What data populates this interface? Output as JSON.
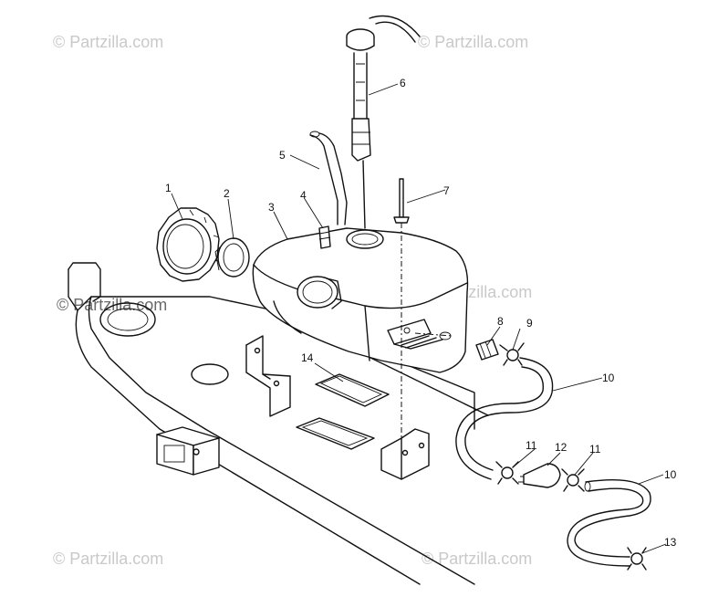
{
  "watermark": {
    "text": "© Partzilla.com"
  },
  "callouts": [
    {
      "id": "1",
      "label": "1"
    },
    {
      "id": "2",
      "label": "2"
    },
    {
      "id": "3",
      "label": "3"
    },
    {
      "id": "4",
      "label": "4"
    },
    {
      "id": "5",
      "label": "5"
    },
    {
      "id": "6",
      "label": "6"
    },
    {
      "id": "7",
      "label": "7"
    },
    {
      "id": "8",
      "label": "8"
    },
    {
      "id": "9",
      "label": "9"
    },
    {
      "id": "10a",
      "label": "10"
    },
    {
      "id": "10b",
      "label": "10"
    },
    {
      "id": "11a",
      "label": "11"
    },
    {
      "id": "11b",
      "label": "11"
    },
    {
      "id": "12",
      "label": "12"
    },
    {
      "id": "13",
      "label": "13"
    },
    {
      "id": "14",
      "label": "14"
    }
  ],
  "colors": {
    "line": "#111111",
    "background": "#ffffff",
    "watermark_light": "#c9c9c9",
    "watermark_dark": "#6a6a6a"
  }
}
